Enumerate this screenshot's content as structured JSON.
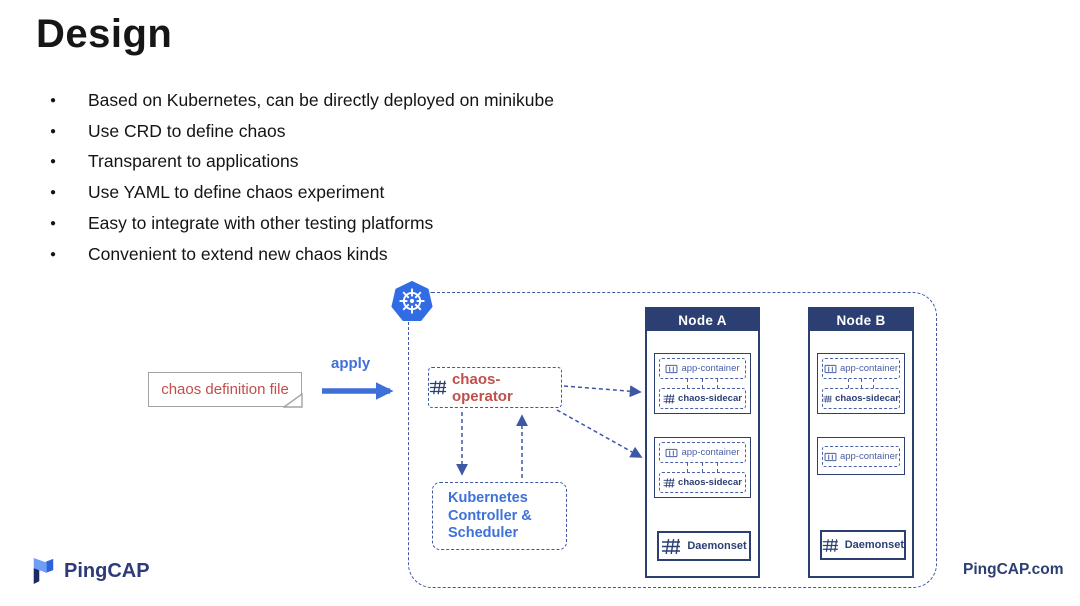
{
  "slide": {
    "title": "Design",
    "bullets": [
      "Based on Kubernetes, can be directly deployed on minikube",
      "Use CRD to define chaos",
      "Transparent to applications",
      "Use YAML to define chaos experiment",
      "Easy to integrate with other testing platforms",
      "Convenient to extend new chaos kinds"
    ]
  },
  "diagram": {
    "kubernetes_icon": "kubernetes-helm-logo",
    "definition_file_label": "chaos definition file",
    "apply_label": "apply",
    "chaos_operator_label": "chaos-operator",
    "chaos_operator_icon": "mesh-grid-icon",
    "controller_lines": [
      "Kubernetes",
      "Controller &",
      "Scheduler"
    ],
    "nodes": [
      {
        "name": "Node A",
        "pods": [
          {
            "containers": [
              {
                "label": "app-container",
                "icon": "container-icon"
              },
              {
                "label": "chaos-sidecar",
                "icon": "mesh-grid-icon"
              }
            ]
          },
          {
            "containers": [
              {
                "label": "app-container",
                "icon": "container-icon"
              },
              {
                "label": "chaos-sidecar",
                "icon": "mesh-grid-icon"
              }
            ]
          }
        ],
        "daemonset_label": "Daemonset",
        "daemonset_icon": "mesh-grid-icon"
      },
      {
        "name": "Node B",
        "pods": [
          {
            "containers": [
              {
                "label": "app-container",
                "icon": "container-icon"
              },
              {
                "label": "chaos-sidecar",
                "icon": "mesh-grid-icon"
              }
            ]
          },
          {
            "containers": [
              {
                "label": "app-container",
                "icon": "container-icon"
              }
            ]
          }
        ],
        "daemonset_label": "Daemonset",
        "daemonset_icon": "mesh-grid-icon"
      }
    ]
  },
  "footer": {
    "brand": "PingCAP",
    "website": "PingCAP.com"
  },
  "colors": {
    "kubernetes_blue": "#326CE5",
    "navy": "#2b3f73",
    "dashed_blue": "#3d59a6",
    "accent_blue": "#3f6fd8",
    "label_red": "#c14f4c",
    "file_border_gray": "#a3a3a3"
  }
}
